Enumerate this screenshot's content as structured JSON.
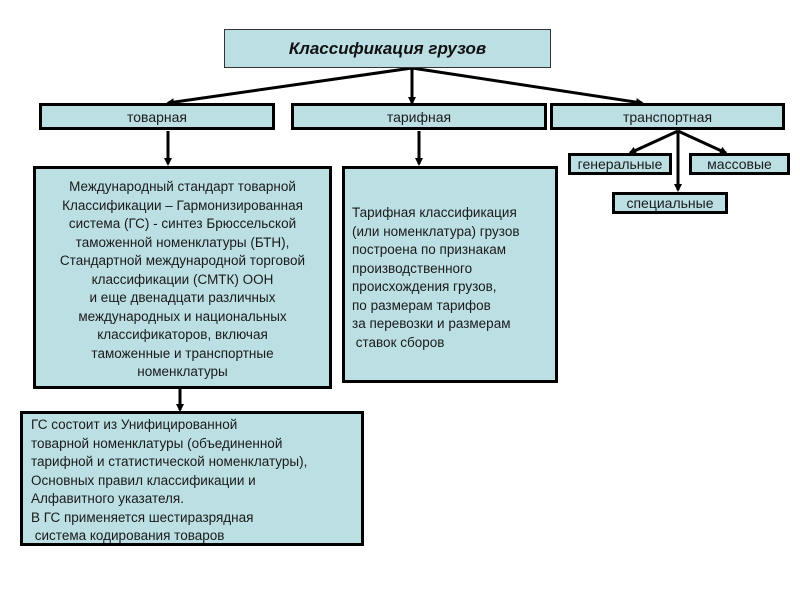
{
  "title": "Классификация грузов",
  "categories": [
    {
      "label": "товарная"
    },
    {
      "label": "тарифная"
    },
    {
      "label": "транспортная"
    }
  ],
  "transport_types": [
    {
      "label": "генеральные"
    },
    {
      "label": "массовые"
    },
    {
      "label": "специальные"
    }
  ],
  "commodity_box": {
    "lines": [
      "Международный стандарт товарной",
      "Классификации – Гармонизированная",
      "система (ГС) - синтез Брюссельской",
      "таможенной номенклатуры (БТН),",
      "Стандартной международной торговой",
      "классификации (СМТК) ООН",
      "и еще двенадцати различных",
      "международных и национальных",
      "классификаторов, включая",
      "таможенные и транспортные",
      "номенклатуры"
    ]
  },
  "tariff_box": {
    "lines": [
      "Тарифная классификация",
      "(или номенклатура) грузов",
      "построена по признакам",
      "производственного",
      "происхождения грузов,",
      "по размерам тарифов",
      "за перевозки и размерам",
      " ставок сборов"
    ]
  },
  "hs_box": {
    "lines": [
      "ГС состоит из Унифицированной",
      "товарной номенклатуры (объединенной",
      "тарифной и статистической номенклатуры),",
      "Основных правил классификации и",
      "Алфавитного указателя.",
      "В ГС применяется шестиразрядная",
      " система кодирования товаров"
    ]
  }
}
